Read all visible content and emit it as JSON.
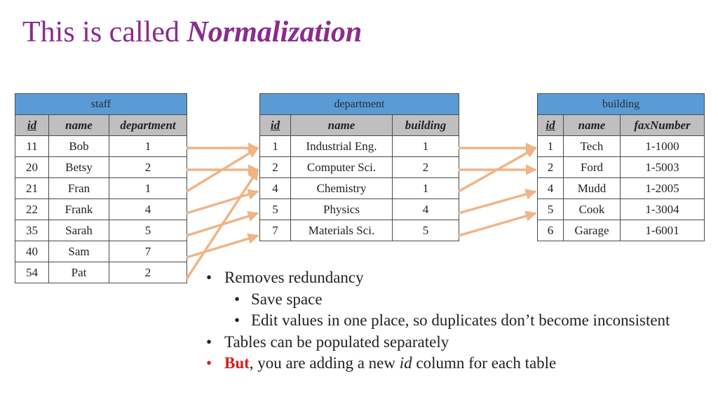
{
  "title": {
    "prefix": "This is called ",
    "emphasis": "Normalization"
  },
  "colors": {
    "title": "#8b2a8f",
    "caption": "#5b9bd5",
    "header": "#bfbfbf",
    "arrow": "#f0b486",
    "highlight": "#d81b1b"
  },
  "staff": {
    "caption": "staff",
    "headers": [
      "id",
      "name",
      "department"
    ],
    "rows": [
      [
        "11",
        "Bob",
        "1"
      ],
      [
        "20",
        "Betsy",
        "2"
      ],
      [
        "21",
        "Fran",
        "1"
      ],
      [
        "22",
        "Frank",
        "4"
      ],
      [
        "35",
        "Sarah",
        "5"
      ],
      [
        "40",
        "Sam",
        "7"
      ],
      [
        "54",
        "Pat",
        "2"
      ]
    ]
  },
  "department": {
    "caption": "department",
    "headers": [
      "id",
      "name",
      "building"
    ],
    "rows": [
      [
        "1",
        "Industrial Eng.",
        "1"
      ],
      [
        "2",
        "Computer Sci.",
        "2"
      ],
      [
        "4",
        "Chemistry",
        "1"
      ],
      [
        "5",
        "Physics",
        "4"
      ],
      [
        "7",
        "Materials Sci.",
        "5"
      ]
    ]
  },
  "building": {
    "caption": "building",
    "headers": [
      "id",
      "name",
      "faxNumber"
    ],
    "rows": [
      [
        "1",
        "Tech",
        "1-1000"
      ],
      [
        "2",
        "Ford",
        "1-5003"
      ],
      [
        "4",
        "Mudd",
        "1-2005"
      ],
      [
        "5",
        "Cook",
        "1-3004"
      ],
      [
        "6",
        "Garage",
        "1-6001"
      ]
    ]
  },
  "bullets": {
    "b1": "Removes redundancy",
    "b1a": "Save space",
    "b1b": "Edit values in one place, so duplicates don’t become inconsistent",
    "b2": "Tables can be populated separately",
    "b3_red": "But",
    "b3_mid": ", you are adding a new ",
    "b3_it": "id",
    "b3_end": " column for each table",
    "bullet_char": "•"
  }
}
